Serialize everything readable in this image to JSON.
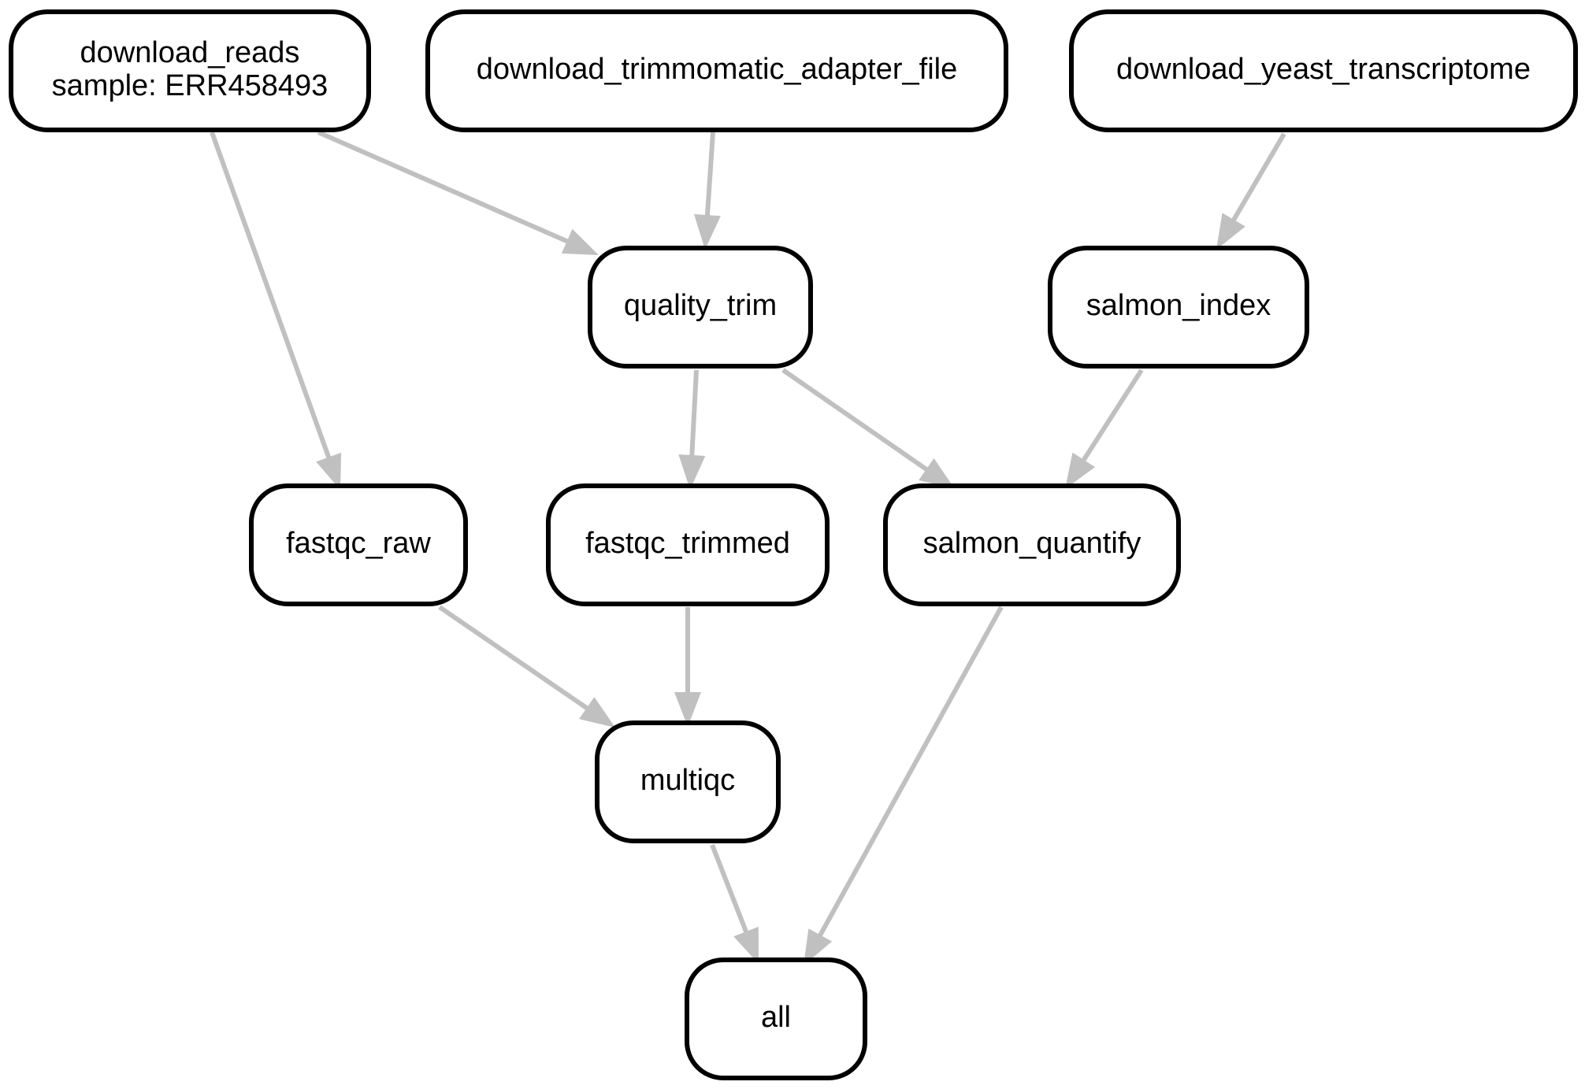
{
  "diagram": {
    "type": "workflow-dag",
    "colors": {
      "edge": "#c0c0c0",
      "node_border": "#000000",
      "node_fill": "#ffffff",
      "text": "#000000",
      "background": "#ffffff"
    },
    "nodes": [
      {
        "id": "download_reads",
        "lines": [
          "download_reads",
          "sample: ERR458493"
        ]
      },
      {
        "id": "download_trimmomatic_adapter_file",
        "lines": [
          "download_trimmomatic_adapter_file"
        ]
      },
      {
        "id": "download_yeast_transcriptome",
        "lines": [
          "download_yeast_transcriptome"
        ]
      },
      {
        "id": "quality_trim",
        "lines": [
          "quality_trim"
        ]
      },
      {
        "id": "salmon_index",
        "lines": [
          "salmon_index"
        ]
      },
      {
        "id": "fastqc_raw",
        "lines": [
          "fastqc_raw"
        ]
      },
      {
        "id": "fastqc_trimmed",
        "lines": [
          "fastqc_trimmed"
        ]
      },
      {
        "id": "salmon_quantify",
        "lines": [
          "salmon_quantify"
        ]
      },
      {
        "id": "multiqc",
        "lines": [
          "multiqc"
        ]
      },
      {
        "id": "all",
        "lines": [
          "all"
        ]
      }
    ],
    "edges": [
      {
        "from": "download_reads",
        "to": "quality_trim"
      },
      {
        "from": "download_reads",
        "to": "fastqc_raw"
      },
      {
        "from": "download_trimmomatic_adapter_file",
        "to": "quality_trim"
      },
      {
        "from": "download_yeast_transcriptome",
        "to": "salmon_index"
      },
      {
        "from": "quality_trim",
        "to": "fastqc_trimmed"
      },
      {
        "from": "quality_trim",
        "to": "salmon_quantify"
      },
      {
        "from": "salmon_index",
        "to": "salmon_quantify"
      },
      {
        "from": "fastqc_raw",
        "to": "multiqc"
      },
      {
        "from": "fastqc_trimmed",
        "to": "multiqc"
      },
      {
        "from": "salmon_quantify",
        "to": "all"
      },
      {
        "from": "multiqc",
        "to": "all"
      }
    ]
  }
}
